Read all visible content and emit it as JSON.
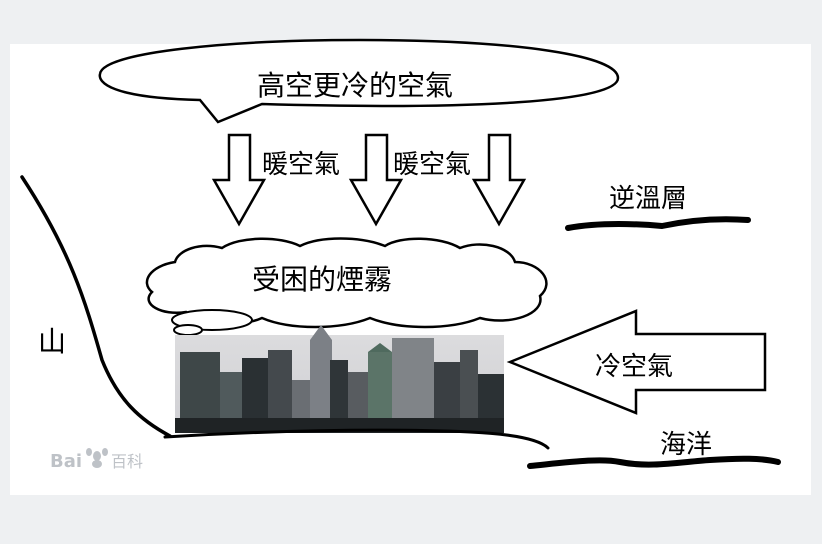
{
  "labels": {
    "cold_air_above": "高空更冷的空氣",
    "warm_air_1": "暖空氣",
    "warm_air_2": "暖空氣",
    "inversion_layer": "逆溫層",
    "trapped_smog": "受困的煙霧",
    "mountain": "山",
    "cold_air_sea": "冷空氣",
    "ocean": "海洋"
  },
  "watermark": {
    "latin": "Bai",
    "cjk": "百科"
  },
  "colors": {
    "line": "#000000",
    "background": "#ffffff",
    "frame": "#eef0f2",
    "watermark": "#b8bcc2"
  },
  "icons": {
    "down_arrow": "down-arrow-icon",
    "left_arrow": "left-arrow-icon",
    "watermark": "paw-icon"
  }
}
